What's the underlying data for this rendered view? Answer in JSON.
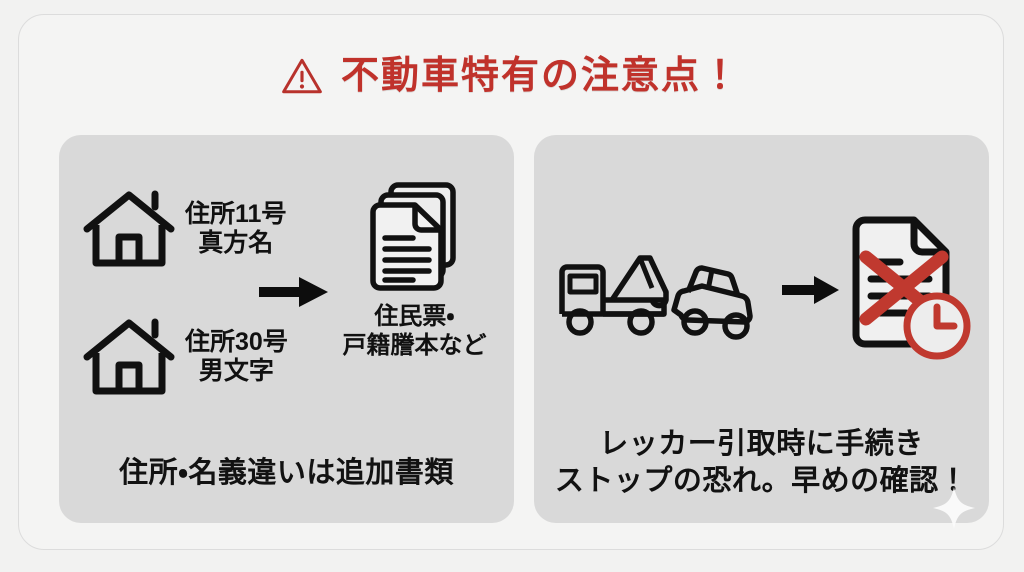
{
  "header": {
    "warning_icon": "warning-triangle-icon",
    "title": "不動車特有の注意点！",
    "title_color": "#c0322b"
  },
  "cards": [
    {
      "id": "address-name-mismatch",
      "icons": {
        "house": "house-icon",
        "arrow": "arrow-right-icon",
        "documents": "documents-stack-icon"
      },
      "items": [
        {
          "line1": "住所11号",
          "line2": "真方名"
        },
        {
          "line1": "住所30号",
          "line2": "男文字"
        }
      ],
      "result_label_line1": "住民票・",
      "result_label_line2": "戸籍謄本など",
      "caption": "住所・名義違いは追加書類"
    },
    {
      "id": "tow-truck-procedure-stop",
      "icons": {
        "tow_truck": "tow-truck-icon",
        "arrow": "arrow-right-icon",
        "document_rejected": "document-x-clock-icon"
      },
      "caption_line1": "レッカー引取時に手続き",
      "caption_line2": "ストップの恐れ。早めの確認！"
    }
  ],
  "decoration": {
    "sparkle": "sparkle-icon"
  },
  "colors": {
    "page_background": "#f2f2f1",
    "panel_background": "#f4f4f3",
    "card_background": "#d9d9d9",
    "accent_red": "#c0322b",
    "ink": "#111111"
  }
}
